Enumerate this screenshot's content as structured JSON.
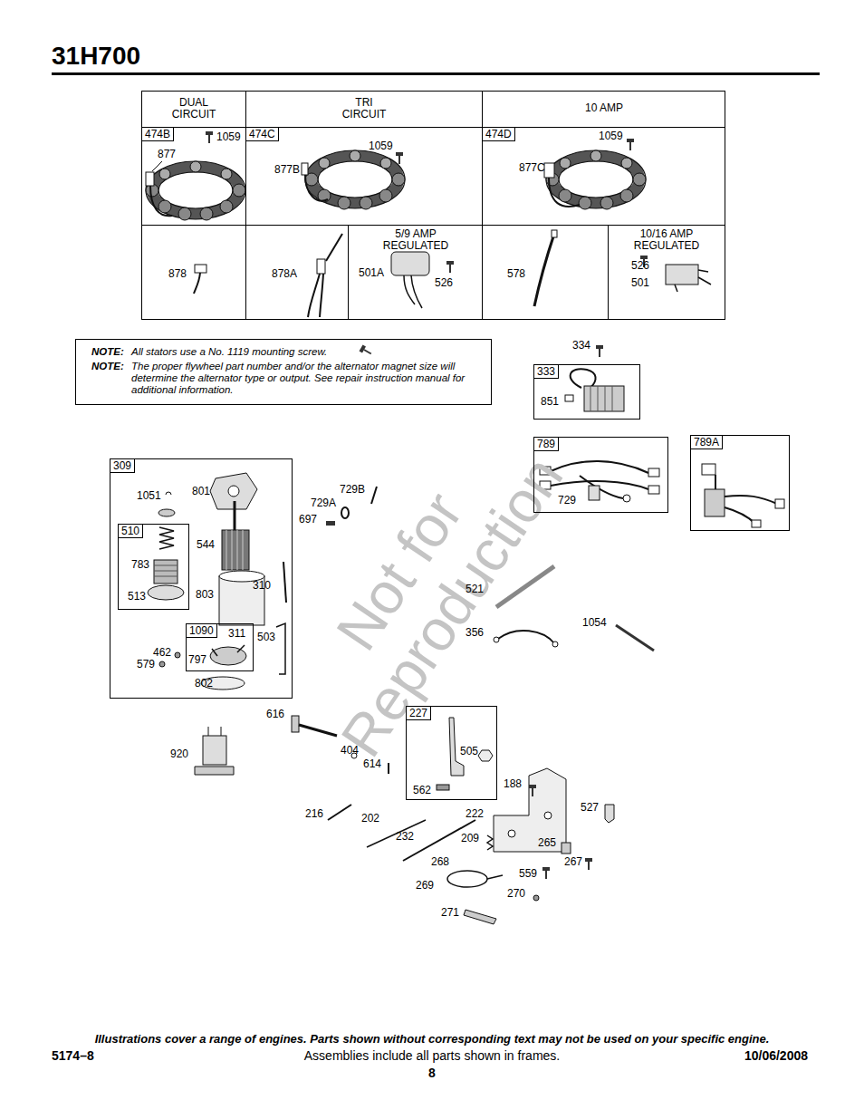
{
  "diagram": {
    "title": "31H700",
    "nodes": [
      {
        "text": [
          "DUAL CIRCUIT"
        ]
      },
      {
        "text": [
          "TRI CIRCUIT"
        ]
      },
      {
        "text": [
          "10 AMP"
        ]
      },
      {
        "text": [
          "474B",
          "1059",
          "877"
        ]
      },
      {
        "text": [
          "474C",
          "1059",
          "877B"
        ]
      },
      {
        "text": [
          "474D",
          "1059",
          "877C"
        ]
      },
      {
        "text": [
          "878"
        ]
      },
      {
        "text": [
          "878A"
        ]
      },
      {
        "text": [
          "5/9 AMP REGULATED",
          "501A",
          "526"
        ]
      },
      {
        "text": [
          "578"
        ]
      },
      {
        "text": [
          "10/16 AMP REGULATED",
          "526",
          "501"
        ]
      },
      {
        "text": [
          "NOTE:",
          "All stators use a No. 1119 mounting screw.",
          "NOTE:",
          "The proper flywheel part number and/or the alternator magnet size will determine the alternator type or output. See repair instruction manual for additional information."
        ]
      },
      {
        "text": [
          "333",
          "851"
        ]
      },
      {
        "text": [
          "789",
          "729"
        ]
      },
      {
        "text": [
          "789A"
        ]
      },
      {
        "text": [
          "309",
          "1051",
          "801",
          "544",
          "803",
          "310",
          "503",
          "462",
          "579",
          "802"
        ]
      },
      {
        "text": [
          "510",
          "783",
          "513"
        ],
        "in": 15
      },
      {
        "text": [
          "1090",
          "311",
          "797"
        ],
        "in": 15
      },
      {
        "text": [
          "227",
          "505",
          "562"
        ]
      }
    ],
    "labels": [
      "334",
      "729B",
      "729A",
      "697",
      "521",
      "356",
      "1054",
      "616",
      "920",
      "404",
      "614",
      "188",
      "527",
      "222",
      "216",
      "202",
      "232",
      "209",
      "265",
      "267",
      "268",
      "559",
      "269",
      "270",
      "271",
      "Not for Reproduction",
      "Illustrations cover a range of engines. Parts shown without corresponding text may not be used on your specific engine.",
      "5174–8",
      "Assemblies include all parts shown in frames.",
      "10/06/2008",
      "8"
    ]
  }
}
